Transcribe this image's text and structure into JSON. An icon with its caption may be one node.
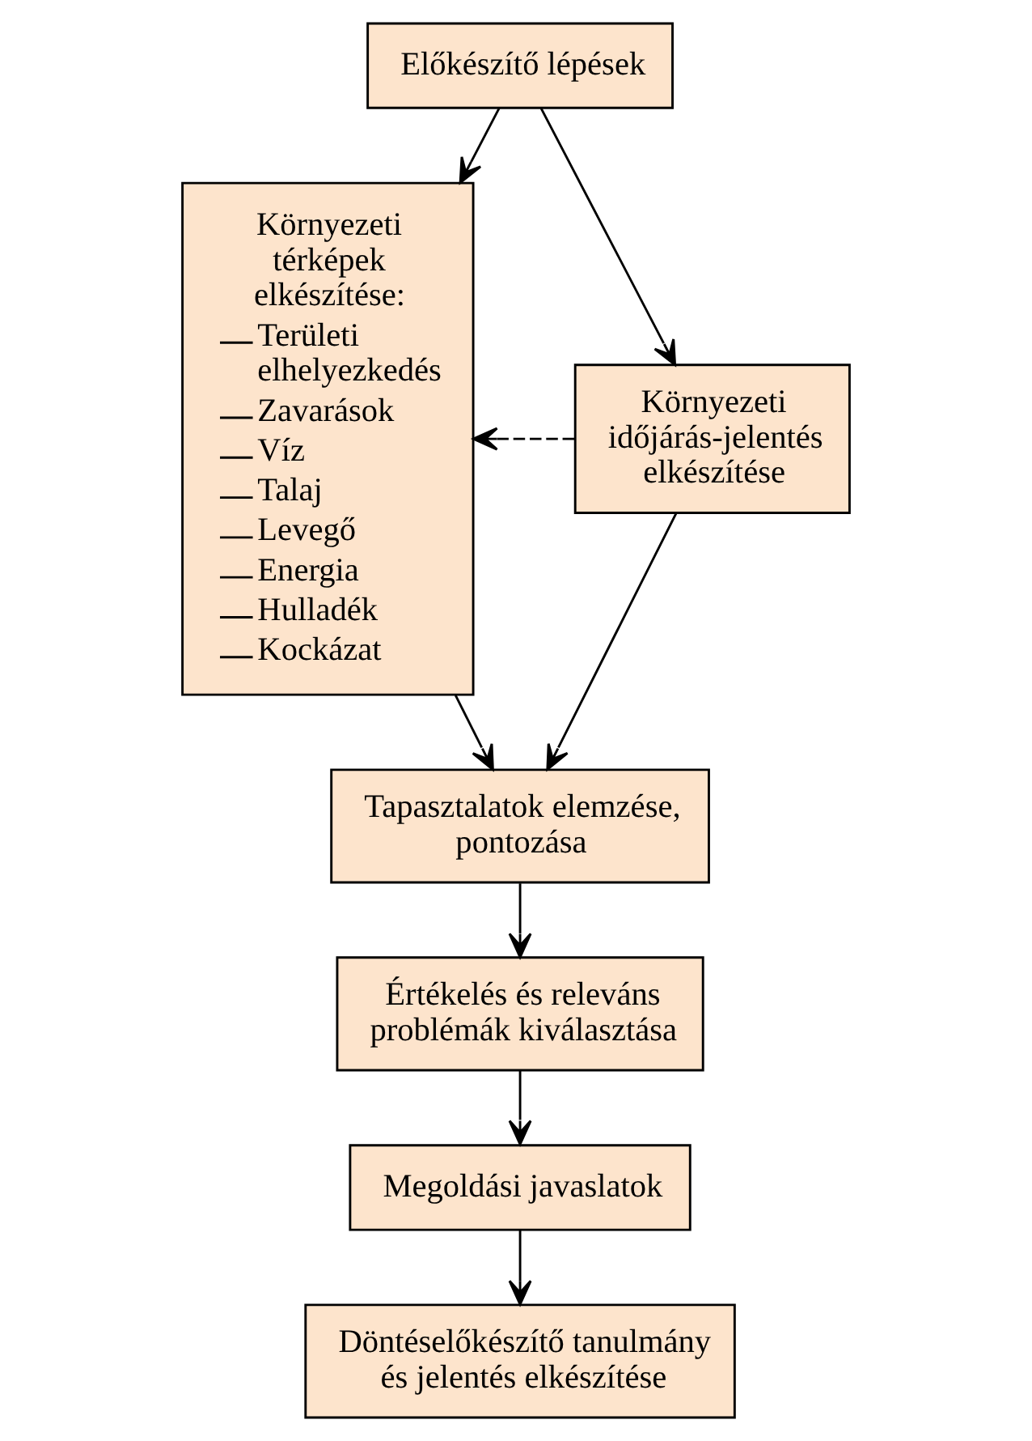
{
  "diagram": {
    "nodes": [
      {
        "text": [
          "Előkészítő lépések"
        ]
      },
      {
        "text": [
          "Környezeti térképek elkészítése:",
          "Területi elhelyezkedés",
          "Zavarások",
          "Víz",
          "Talaj",
          "Levegő",
          "Energia",
          "Hulladék",
          "Kockázat"
        ]
      },
      {
        "text": [
          "Környezeti időjárás-jelentés elkészítése"
        ]
      },
      {
        "text": [
          "Tapasztalatok elemzése, pontozása"
        ]
      },
      {
        "text": [
          "Értékelés és releváns problémák kiválasztása"
        ]
      },
      {
        "text": [
          "Megoldási javaslatok"
        ]
      },
      {
        "text": [
          "Döntéselőkészítő tanulmány és jelentés elkészítése"
        ]
      }
    ],
    "edges": [
      {
        "from": 0,
        "to": 1,
        "arrow": "to"
      },
      {
        "from": 0,
        "to": 2,
        "arrow": "to"
      },
      {
        "from": 2,
        "to": 1,
        "arrow": "to",
        "style": "dashed"
      },
      {
        "from": 2,
        "to": 3,
        "arrow": "to"
      },
      {
        "from": 1,
        "to": 3,
        "arrow": "to"
      },
      {
        "from": 3,
        "to": 4,
        "arrow": "to"
      },
      {
        "from": 4,
        "to": 5,
        "arrow": "to"
      },
      {
        "from": 5,
        "to": 6,
        "arrow": "to"
      }
    ]
  }
}
